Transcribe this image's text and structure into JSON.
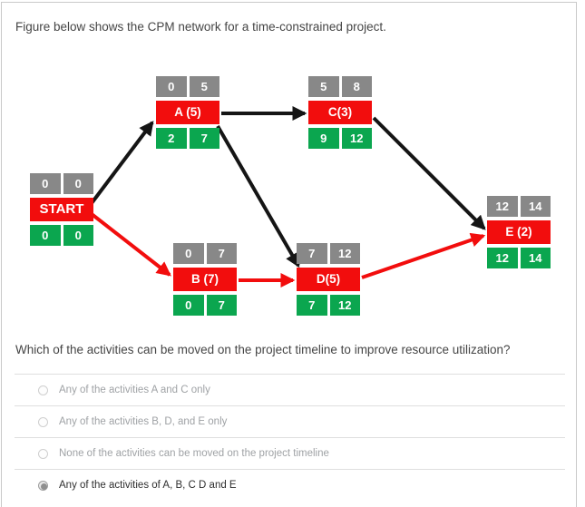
{
  "page": {
    "title": "Figure below shows the CPM network for a time-constrained project."
  },
  "diagram": {
    "type": "cpm-network",
    "colors": {
      "activity_label": "#f20d0d",
      "early_row": "#888888",
      "late_row": "#0ba64f",
      "critical_arrow": "#f20d0d",
      "normal_arrow": "#151515"
    },
    "nodes": [
      {
        "name": "START",
        "early": [
          "0",
          "0"
        ],
        "late": [
          "0",
          "0"
        ]
      },
      {
        "name": "A (5)",
        "early": [
          "0",
          "5"
        ],
        "late": [
          "2",
          "7"
        ]
      },
      {
        "name": "C(3)",
        "early": [
          "5",
          "8"
        ],
        "late": [
          "9",
          "12"
        ]
      },
      {
        "name": "B (7)",
        "early": [
          "0",
          "7"
        ],
        "late": [
          "0",
          "7"
        ]
      },
      {
        "name": "D(5)",
        "early": [
          "7",
          "12"
        ],
        "late": [
          "7",
          "12"
        ]
      },
      {
        "name": "E (2)",
        "early": [
          "12",
          "14"
        ],
        "late": [
          "12",
          "14"
        ]
      }
    ],
    "edges": [
      {
        "from": "START",
        "to": "A",
        "color": "black"
      },
      {
        "from": "START",
        "to": "B",
        "color": "red"
      },
      {
        "from": "A",
        "to": "C",
        "color": "black"
      },
      {
        "from": "A",
        "to": "D",
        "color": "black"
      },
      {
        "from": "B",
        "to": "D",
        "color": "red"
      },
      {
        "from": "C",
        "to": "E",
        "color": "black"
      },
      {
        "from": "D",
        "to": "E",
        "color": "red"
      }
    ]
  },
  "question": {
    "text": "Which of the activities can be moved on the project timeline to improve resource utilization?",
    "options": [
      {
        "label": "Any of the activities A and C only",
        "selected": false
      },
      {
        "label": "Any of the activities B, D, and E only",
        "selected": false
      },
      {
        "label": "None of the activities can be moved on the project timeline",
        "selected": false
      },
      {
        "label": "Any of the activities of A, B, C D and E",
        "selected": true
      }
    ]
  }
}
